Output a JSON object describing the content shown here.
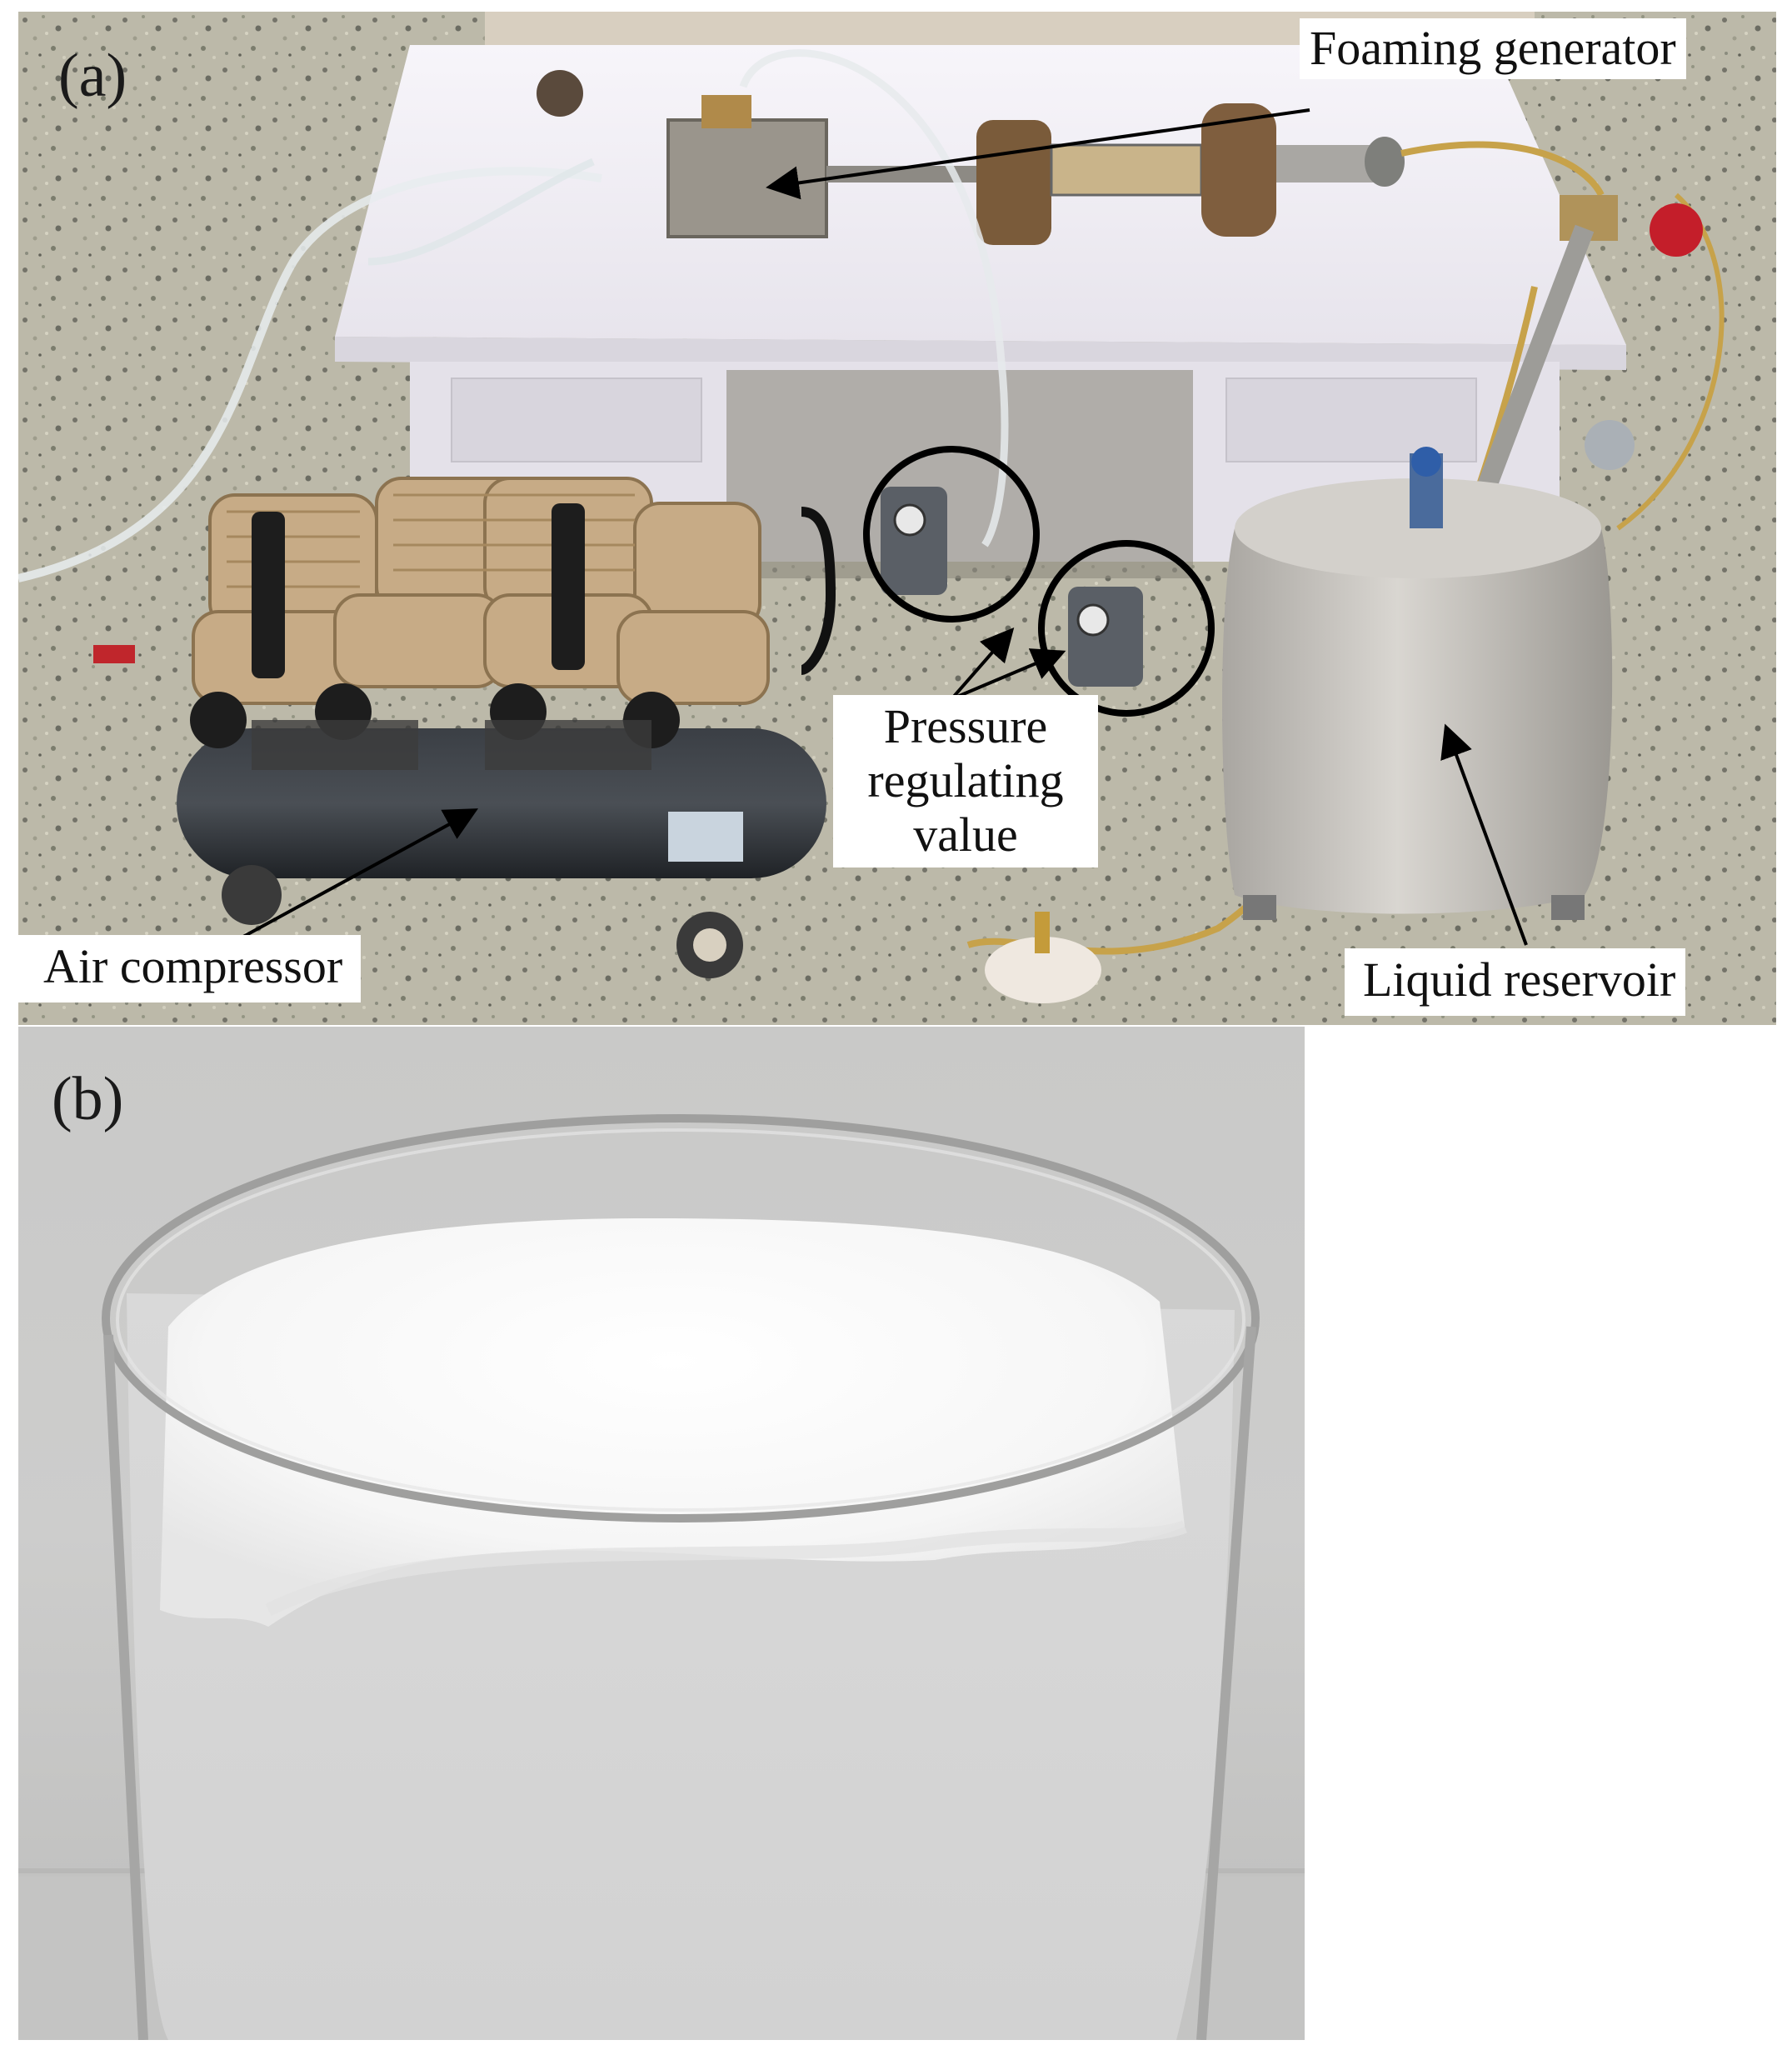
{
  "panel_a": {
    "letter": "(a)",
    "labels": {
      "foaming_generator": "Foaming generator",
      "pressure_regulating_lines": [
        "Pressure",
        "regulating",
        "value"
      ],
      "air_compressor": "Air compressor",
      "liquid_reservoir": "Liquid reservoir"
    }
  },
  "panel_b": {
    "letter": "(b)"
  },
  "colors": {
    "background": "#ffffff",
    "label_text": "#111111",
    "arrow": "#000000",
    "floor": "#b8b5a5",
    "table": "#f3f0f6",
    "foam": "#f4f4f4",
    "compressor_fins": "#c7ab86",
    "compressor_tank": "#2b2e33",
    "reservoir": "#c9c6c1"
  }
}
